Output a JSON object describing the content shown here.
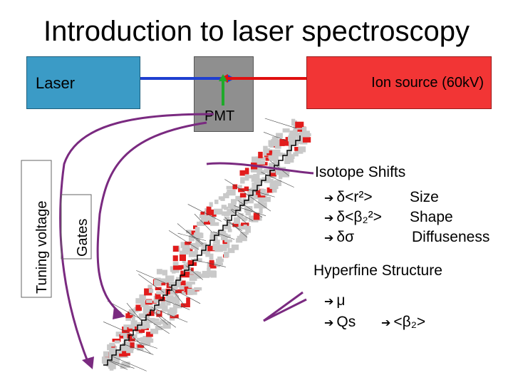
{
  "title": "Introduction to laser spectroscopy",
  "boxes": {
    "laser": "Laser",
    "ion_source": "Ion source (60kV)",
    "pmt": "PMT"
  },
  "side_labels": {
    "tuning": "Tuning voltage",
    "gates": "Gates"
  },
  "isotope_shifts": {
    "heading": "Isotope Shifts",
    "items": [
      {
        "symbol": "δ<r²>",
        "meaning": "Size"
      },
      {
        "symbol": "δ<β₂²>",
        "meaning": "Shape"
      },
      {
        "symbol": "δσ",
        "meaning": "Diffuseness"
      }
    ]
  },
  "hyperfine": {
    "heading": "Hyperfine Structure",
    "mu": "μ",
    "qs": "Qs",
    "beta": "<β₂>"
  },
  "colors": {
    "laser_box": "#3b9bc6",
    "ion_box": "#f23535",
    "pmt_box": "#8f8f8f",
    "beam_blue": "#1f3fd0",
    "beam_red": "#e01010",
    "detector_green": "#1faa2a",
    "arrow_purple": "#7a2a80"
  }
}
